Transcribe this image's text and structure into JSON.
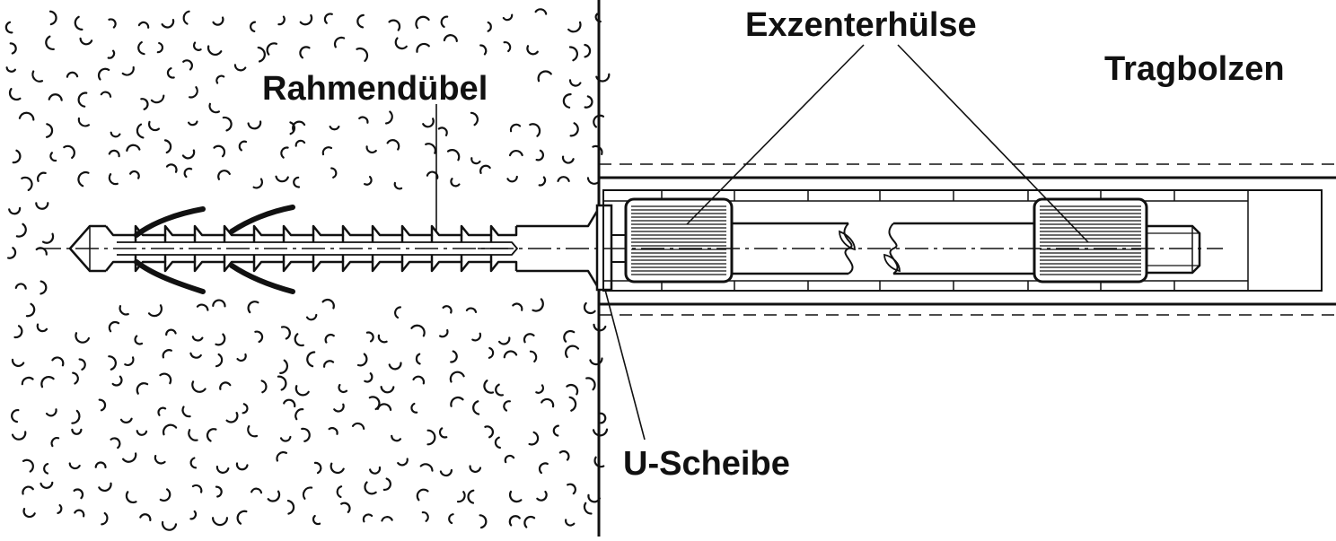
{
  "labels": {
    "rahmenduebel": "Rahmendübel",
    "exzenterhuelse": "Exzenterhülse",
    "tragbolzen": "Tragbolzen",
    "u_scheibe": "U-Scheibe"
  },
  "colors": {
    "line": "#111111",
    "background": "#ffffff"
  }
}
